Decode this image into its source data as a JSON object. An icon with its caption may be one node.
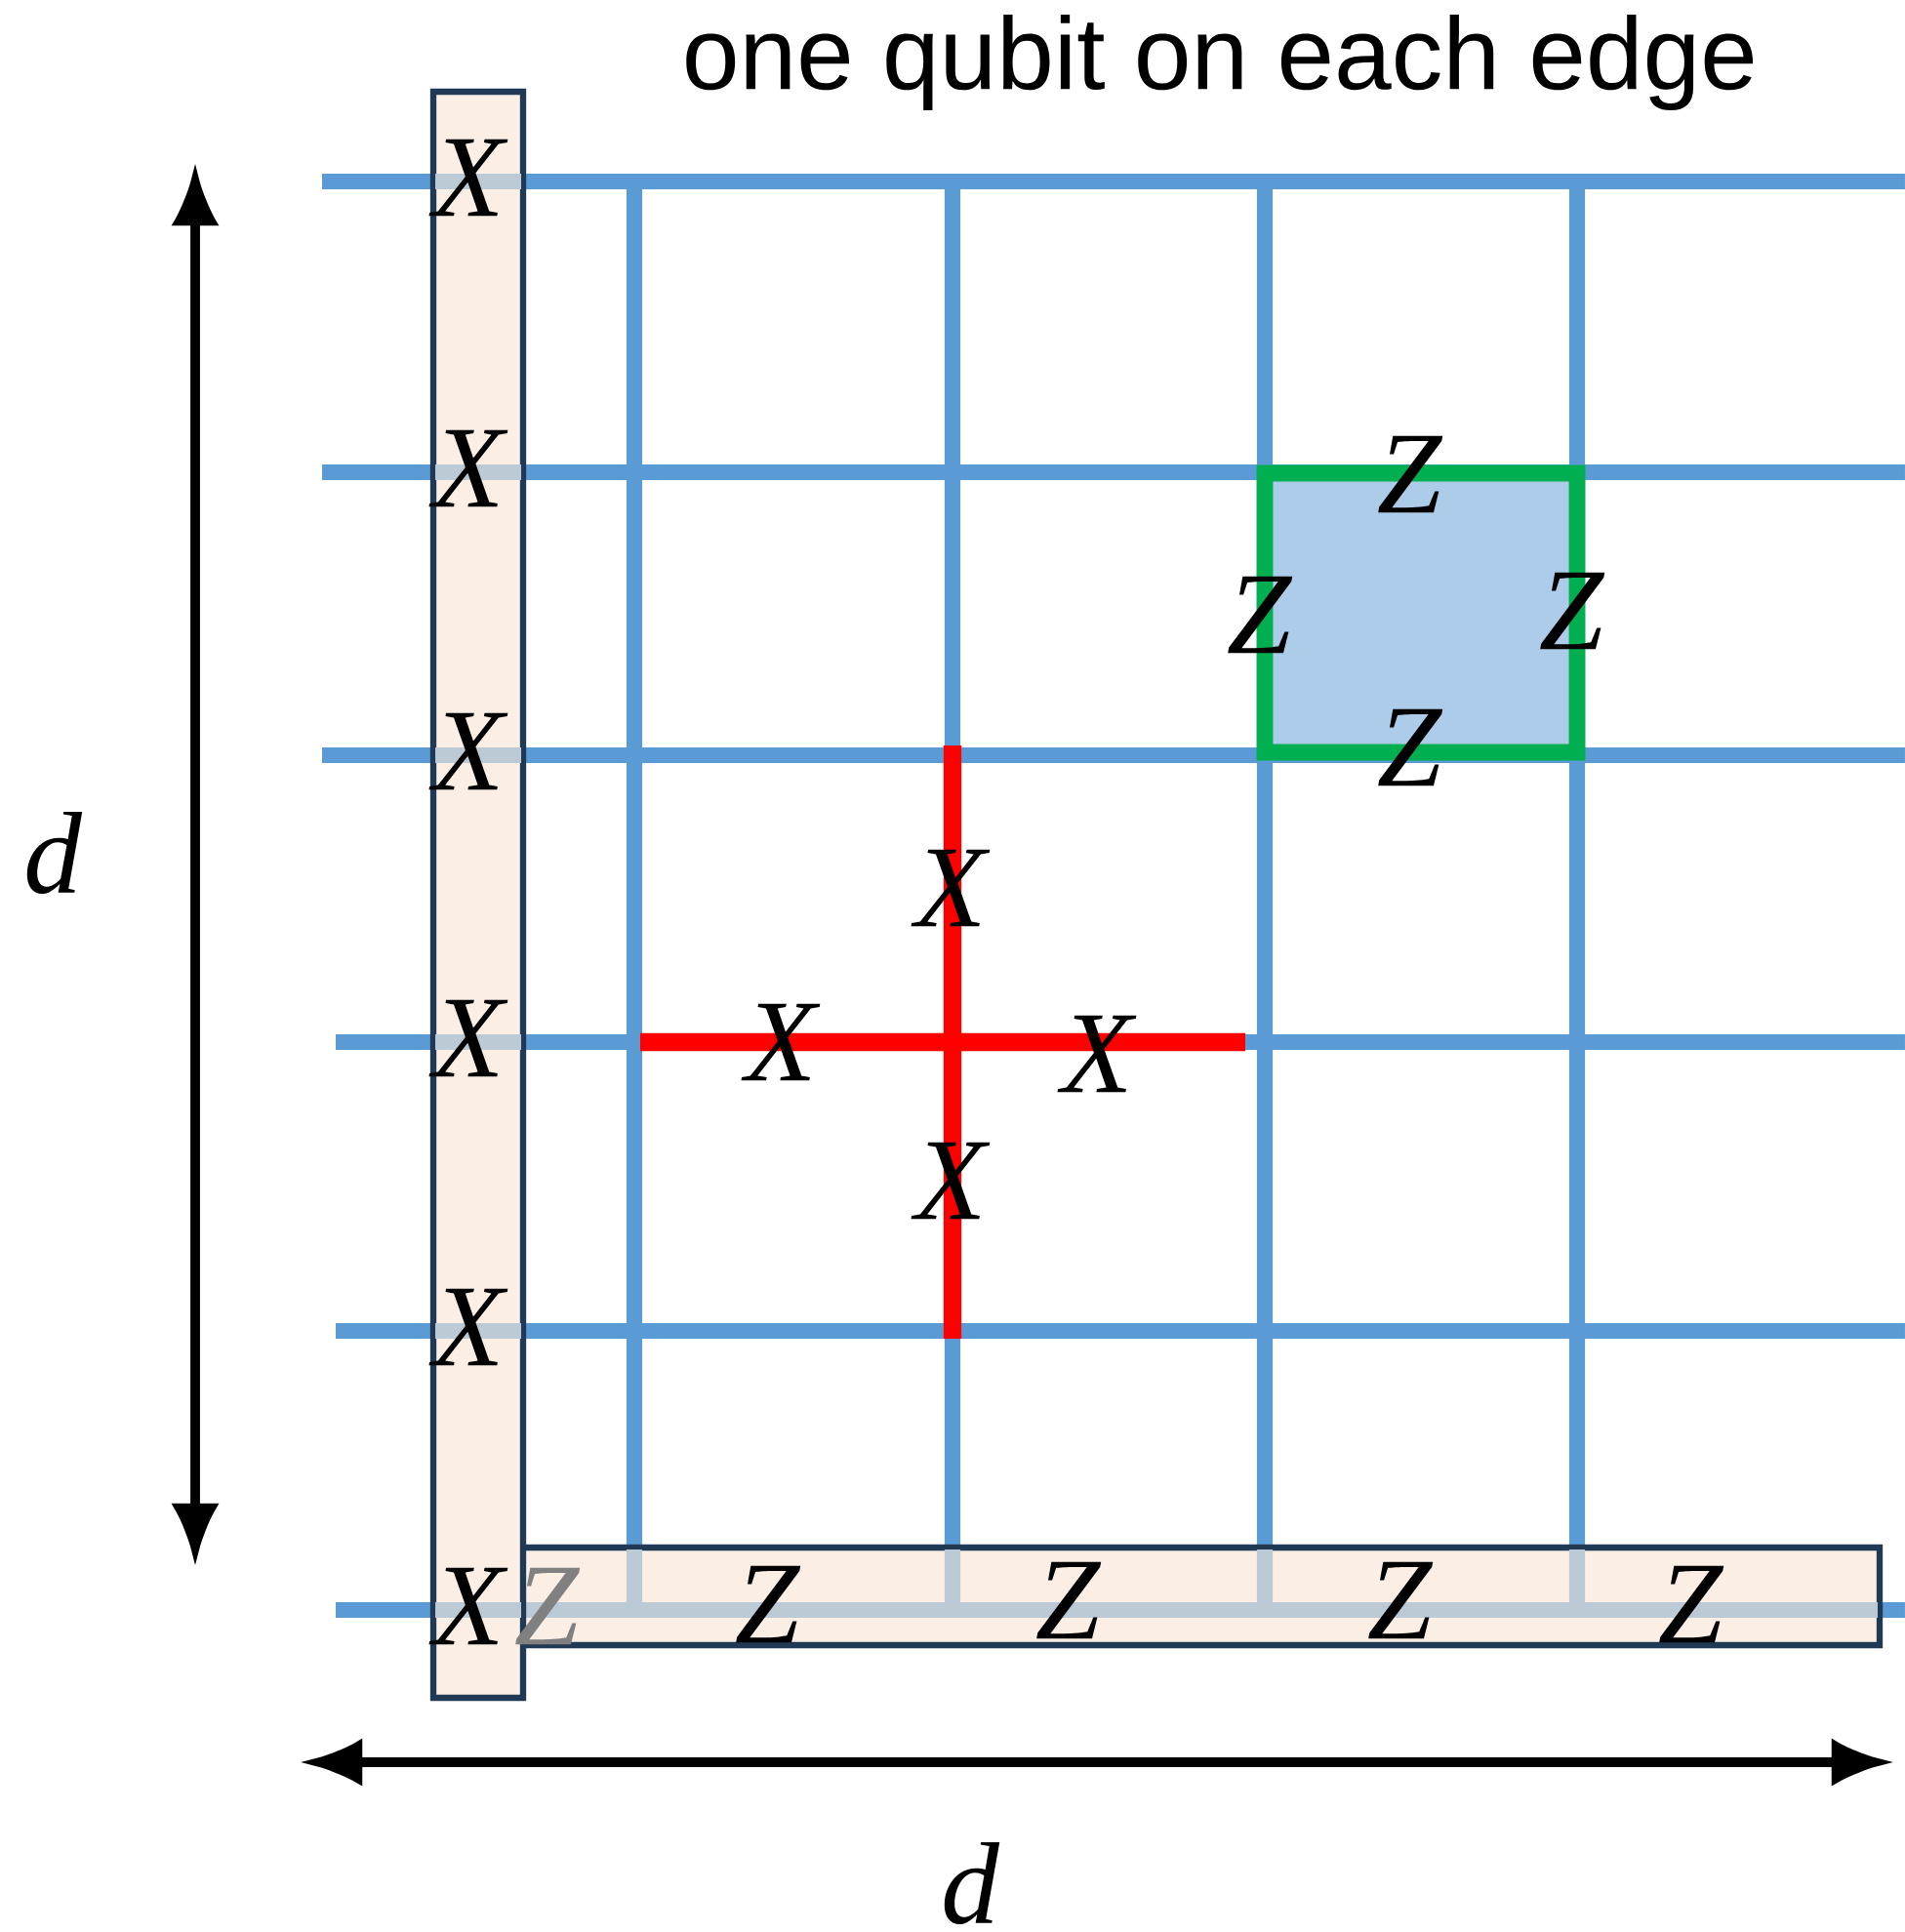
{
  "diagram": {
    "title": "one qubit on each edge",
    "nodes": [
      {
        "text": [
          "X",
          "X",
          "X",
          "X",
          "X",
          "X"
        ]
      },
      {
        "text": [
          "Z",
          "Z",
          "Z",
          "Z"
        ]
      },
      {
        "text": [],
        "shape": "box"
      }
    ],
    "labels": [
      "Z",
      "Z",
      "Z",
      "Z",
      "d",
      "X",
      "X",
      "X",
      "X",
      "Z",
      "d"
    ]
  }
}
